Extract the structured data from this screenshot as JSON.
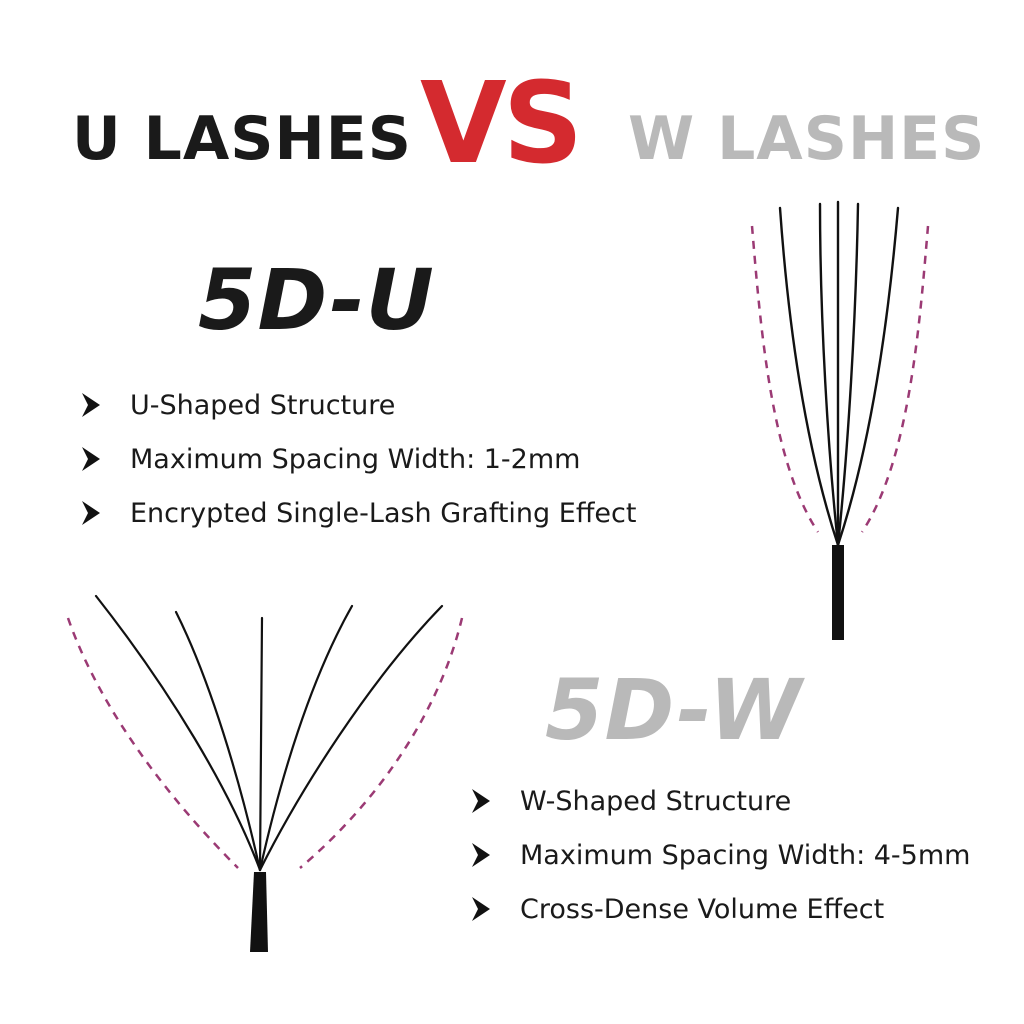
{
  "header": {
    "left": "U LASHES",
    "vs": "VS",
    "right": "W LASHES"
  },
  "u_section": {
    "model": "5D-U",
    "features": [
      "U-Shaped Structure",
      "Maximum Spacing Width: 1-2mm",
      "Encrypted Single-Lash Grafting Effect"
    ]
  },
  "w_section": {
    "model": "5D-W",
    "features": [
      "W-Shaped Structure",
      "Maximum Spacing Width: 4-5mm",
      "Cross-Dense Volume Effect"
    ]
  },
  "colors": {
    "text_dark": "#1a1a1a",
    "accent_red": "#d42a2f",
    "muted_gray": "#b9b9b9",
    "dash_purple": "#9b3a74",
    "lash_black": "#111111"
  },
  "icons": {
    "bullet": "triangle-arrow-icon",
    "u_illustration": "u-lash-fan-icon",
    "w_illustration": "w-lash-fan-icon"
  }
}
